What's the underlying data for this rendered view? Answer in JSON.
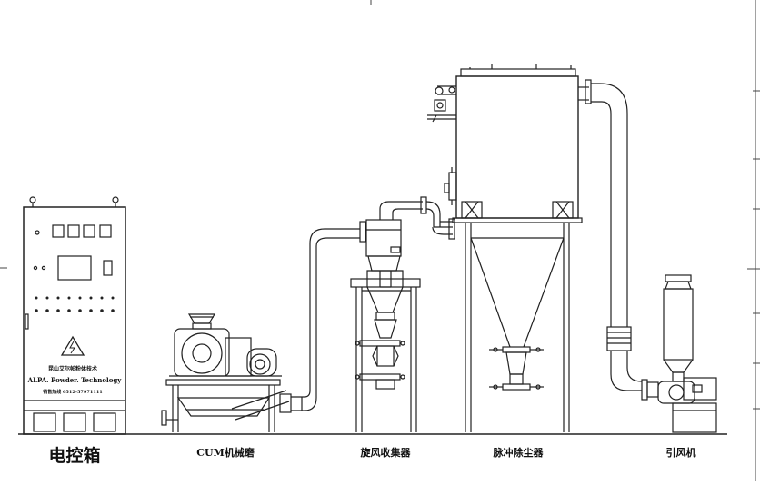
{
  "labels": {
    "control_box": "电控箱",
    "mill": "CUM机械磨",
    "cyclone": "旋风收集器",
    "dust_collector": "脉冲除尘器",
    "fan": "引风机"
  },
  "cabinet": {
    "company_cn": "昆山艾尔帕粉体技术",
    "company_en": "ALPA. Powder. Technology",
    "phone": "销售热线 0512-57971111"
  }
}
